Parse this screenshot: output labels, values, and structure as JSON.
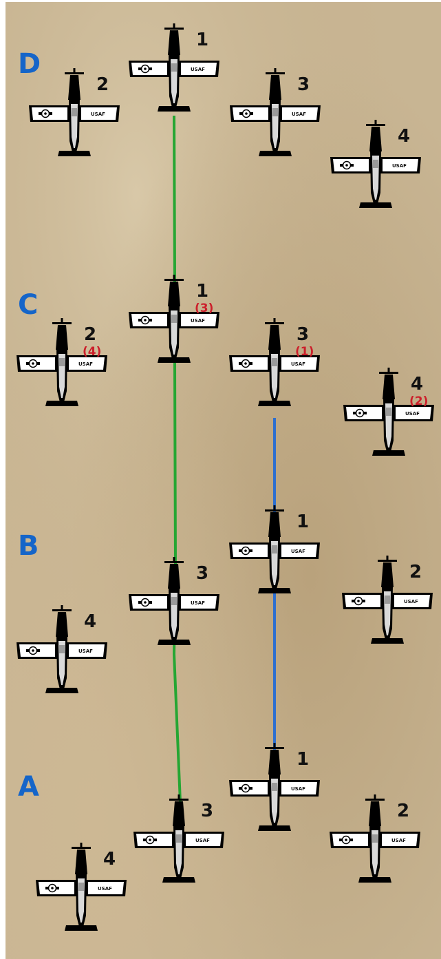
{
  "colors": {
    "phase_letter": "#1565c9",
    "alternate_number": "#cc1f2b",
    "path_green": "#25a633",
    "path_blue": "#2d6fd0",
    "background": "#c8b593"
  },
  "aircraft_marking": "USAF",
  "phases": [
    {
      "label": "D",
      "aircraft": [
        {
          "number": "1",
          "alt": ""
        },
        {
          "number": "2",
          "alt": ""
        },
        {
          "number": "3",
          "alt": ""
        },
        {
          "number": "4",
          "alt": ""
        }
      ]
    },
    {
      "label": "C",
      "aircraft": [
        {
          "number": "1",
          "alt": "(3)"
        },
        {
          "number": "2",
          "alt": "(4)"
        },
        {
          "number": "3",
          "alt": "(1)"
        },
        {
          "number": "4",
          "alt": "(2)"
        }
      ]
    },
    {
      "label": "B",
      "aircraft": [
        {
          "number": "1",
          "alt": ""
        },
        {
          "number": "2",
          "alt": ""
        },
        {
          "number": "3",
          "alt": ""
        },
        {
          "number": "4",
          "alt": ""
        }
      ]
    },
    {
      "label": "A",
      "aircraft": [
        {
          "number": "1",
          "alt": ""
        },
        {
          "number": "2",
          "alt": ""
        },
        {
          "number": "3",
          "alt": ""
        },
        {
          "number": "4",
          "alt": ""
        }
      ]
    }
  ]
}
